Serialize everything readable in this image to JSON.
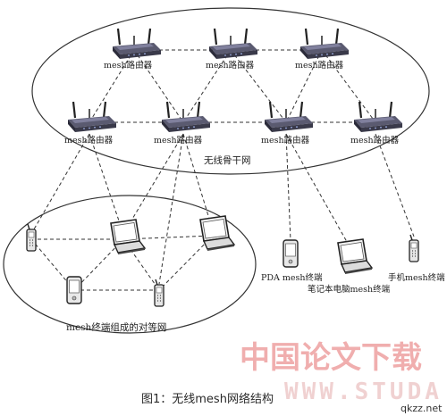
{
  "routers": [
    {
      "id": "r1",
      "label": "mesh路由器"
    },
    {
      "id": "r2",
      "label": "mesh路由器"
    },
    {
      "id": "r3",
      "label": "mesh路由器"
    },
    {
      "id": "r4",
      "label": "mesh路由器"
    },
    {
      "id": "r5",
      "label": "mesh路由器"
    },
    {
      "id": "r6",
      "label": "mesh路由器"
    },
    {
      "id": "r7",
      "label": "mesh路由器"
    }
  ],
  "backbone_label": "无线骨干网",
  "peer_label": "mesh终端组成的对等网",
  "terminals": {
    "pda": "PDA mesh终端",
    "laptop": "笔记本电脑mesh终端",
    "phone": "手机mesh终端"
  },
  "caption": "图1：无线mesh网络结构",
  "watermark": {
    "cn": "中国论文下载",
    "en": "WWW.STUDA.",
    "site": "qkzz.net"
  },
  "colors": {
    "router_body": "#3a3a4a",
    "router_body_light": "#8888aa",
    "line": "#333333",
    "watermark_red": "#e46d6d"
  }
}
